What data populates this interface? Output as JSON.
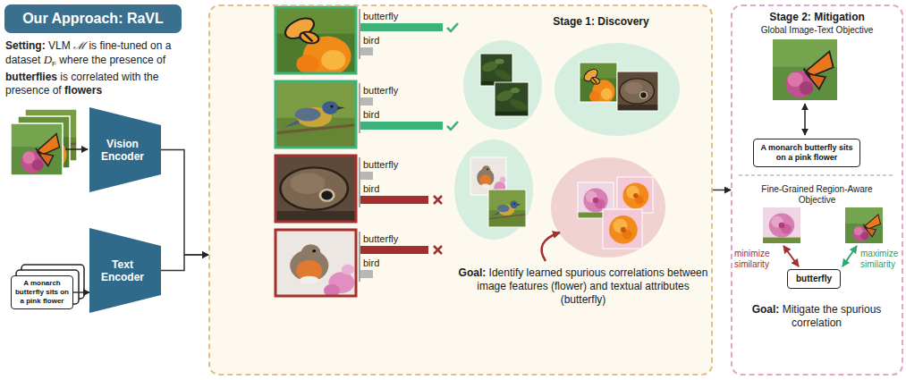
{
  "diagram": {
    "nodes": [
      {
        "text": [
          "Our Approach: RaVL"
        ]
      },
      {
        "text": [
          "Vision Encoder"
        ]
      },
      {
        "text": [
          "Text Encoder"
        ]
      },
      {
        "text": [
          "A monarch butterfly sits on a pink flower"
        ]
      },
      {
        "text": [
          "Stage 1: Discovery",
          "Goal:",
          "Identify learned spurious correlations between image features (flower) and textual attributes (butterfly)"
        ]
      },
      {
        "text": [
          "Stage 2: Mitigation",
          "Global Image-Text Objective",
          "Fine-Grained Region-Aware Objective",
          "Goal:",
          "Mitigate the spurious correlation"
        ]
      },
      {
        "text": [
          "A monarch butterfly sits on a pink flower"
        ],
        "in": 5
      },
      {
        "text": [
          "butterfly"
        ],
        "in": 5
      }
    ],
    "edges": [
      {
        "from": 3,
        "to": 2,
        "arrow": "to"
      },
      {
        "from": 1,
        "to": 4,
        "arrow": "to"
      },
      {
        "from": 2,
        "to": 4,
        "arrow": "to"
      },
      {
        "from": 4,
        "to": 5,
        "arrow": "to"
      }
    ],
    "labels": [
      "Setting:",
      "VLM",
      "ℳ",
      "is fine-tuned on a dataset",
      "D",
      "F",
      "where the presence of",
      "butterflies",
      "is correlated with the presence of",
      "flowers",
      "butterfly",
      "bird",
      "butterfly",
      "bird",
      "butterfly",
      "bird",
      "butterfly",
      "bird",
      "minimize similarity",
      "maximize similarity"
    ]
  }
}
